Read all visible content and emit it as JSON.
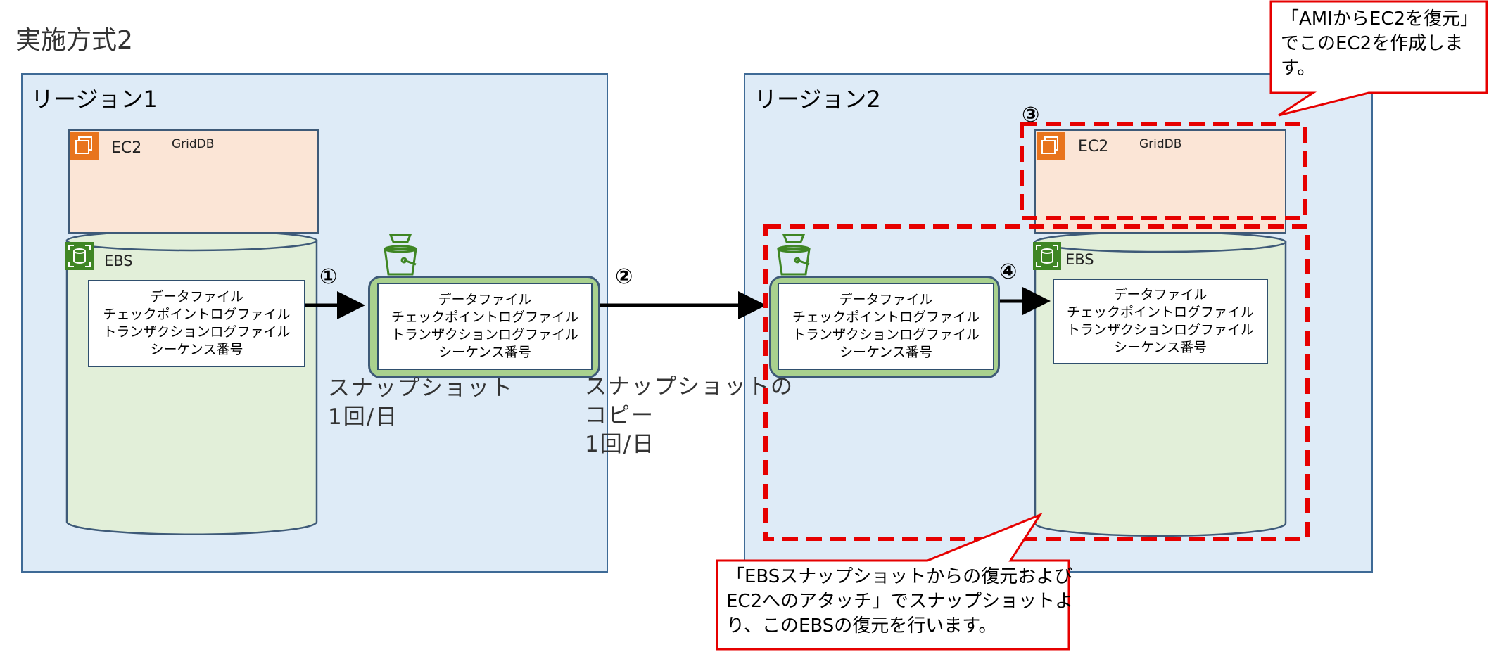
{
  "title": "実施方式2",
  "regions": [
    {
      "label": "リージョン1"
    },
    {
      "label": "リージョン2"
    }
  ],
  "ec2": {
    "label": "EC2",
    "app": "GridDB",
    "icon": "ec2-instance-icon"
  },
  "ebs": {
    "label": "EBS",
    "icon": "ebs-volume-icon"
  },
  "files": [
    "データファイル",
    "チェックポイントログファイル",
    "トランザクションログファイル",
    "シーケンス番号"
  ],
  "snapshot_icon": "s3-bucket-icon",
  "steps": [
    "①",
    "②",
    "③",
    "④"
  ],
  "captions": {
    "snapshot": [
      "スナップショット",
      "1回/日"
    ],
    "copy": [
      "スナップショットの",
      "コピー",
      "1回/日"
    ]
  },
  "callouts": {
    "ami": [
      "「AMIからEC2を復元」",
      "でこのEC2を作成しま",
      "す。"
    ],
    "ebs": [
      "「EBSスナップショットからの復元および",
      "EC2へのアタッチ」でスナップショットよ",
      "り、このEBSの復元を行います。"
    ]
  },
  "colors": {
    "region_fill": "#deebf7",
    "region_border": "#3e6a96",
    "ec2_fill": "#fbe5d6",
    "ebs_fill": "#e2efd9",
    "snapshot_fill": "#a9d18e",
    "highlight_red": "#e60000",
    "ec2_orange": "#e8741d",
    "ebs_green": "#3f8624"
  }
}
